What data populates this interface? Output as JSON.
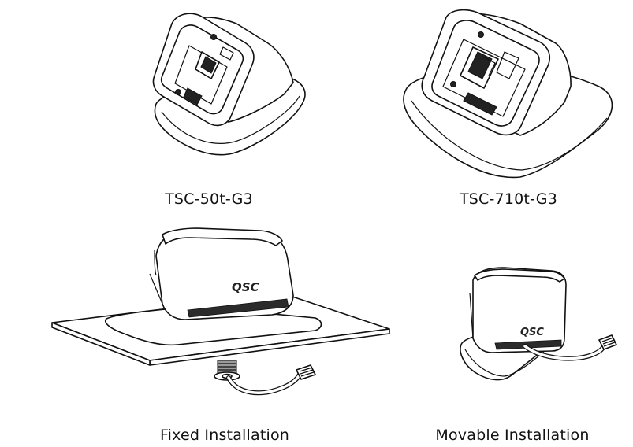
{
  "figures": {
    "tsc50": {
      "caption": "TSC-50t-G3"
    },
    "tsc710": {
      "caption": "TSC-710t-G3"
    },
    "fixed": {
      "caption": "Fixed Installation",
      "logo_text": "QSC"
    },
    "movable": {
      "caption": "Movable Installation",
      "logo_text": "QSC"
    }
  }
}
